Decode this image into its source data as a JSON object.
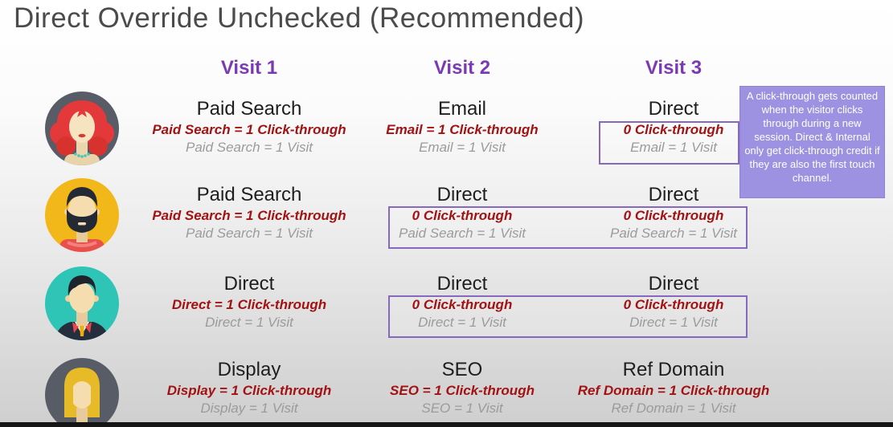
{
  "title": "Direct Override Unchecked (Recommended)",
  "columns": [
    {
      "label": "Visit 1"
    },
    {
      "label": "Visit 2"
    },
    {
      "label": "Visit 3"
    }
  ],
  "rows": [
    {
      "avatar": "red-haired-woman-avatar",
      "cells": [
        {
          "channel": "Paid Search",
          "click": "Paid Search = 1 Click-through",
          "visit": "Paid Search = 1 Visit"
        },
        {
          "channel": "Email",
          "click": "Email = 1 Click-through",
          "visit": "Email = 1 Visit"
        },
        {
          "channel": "Direct",
          "click": "0 Click-through",
          "visit": "Email = 1 Visit",
          "highlighted": true
        }
      ]
    },
    {
      "avatar": "bearded-man-avatar",
      "cells": [
        {
          "channel": "Paid Search",
          "click": "Paid Search = 1 Click-through",
          "visit": "Paid Search = 1 Visit"
        },
        {
          "channel": "Direct",
          "click": "0 Click-through",
          "visit": "Paid Search = 1 Visit",
          "highlighted": true
        },
        {
          "channel": "Direct",
          "click": "0 Click-through",
          "visit": "Paid Search = 1 Visit",
          "highlighted": true
        }
      ]
    },
    {
      "avatar": "suit-man-avatar",
      "cells": [
        {
          "channel": "Direct",
          "click": "Direct = 1 Click-through",
          "visit": "Direct = 1 Visit"
        },
        {
          "channel": "Direct",
          "click": "0 Click-through",
          "visit": "Direct = 1 Visit",
          "highlighted": true
        },
        {
          "channel": "Direct",
          "click": "0 Click-through",
          "visit": "Direct = 1 Visit",
          "highlighted": true
        }
      ]
    },
    {
      "avatar": "blonde-woman-avatar",
      "cells": [
        {
          "channel": "Display",
          "click": "Display = 1 Click-through",
          "visit": "Display = 1 Visit"
        },
        {
          "channel": "SEO",
          "click": "SEO = 1 Click-through",
          "visit": "SEO = 1 Visit"
        },
        {
          "channel": "Ref Domain",
          "click": "Ref Domain = 1 Click-through",
          "visit": "Ref Domain = 1 Visit"
        }
      ]
    }
  ],
  "note": {
    "text": "A click-through gets counted when the visitor clicks through during a new session. Direct & Internal only get click-through credit if they are also the first touch channel."
  },
  "colors": {
    "header_purple": "#7b3ab5",
    "click_red": "#a31212",
    "visit_gray": "#9b9b9b",
    "highlight_border": "#8668bd",
    "note_background": "#9d92e2",
    "note_text": "#ffffff",
    "title_gray": "#4b4b4b"
  }
}
